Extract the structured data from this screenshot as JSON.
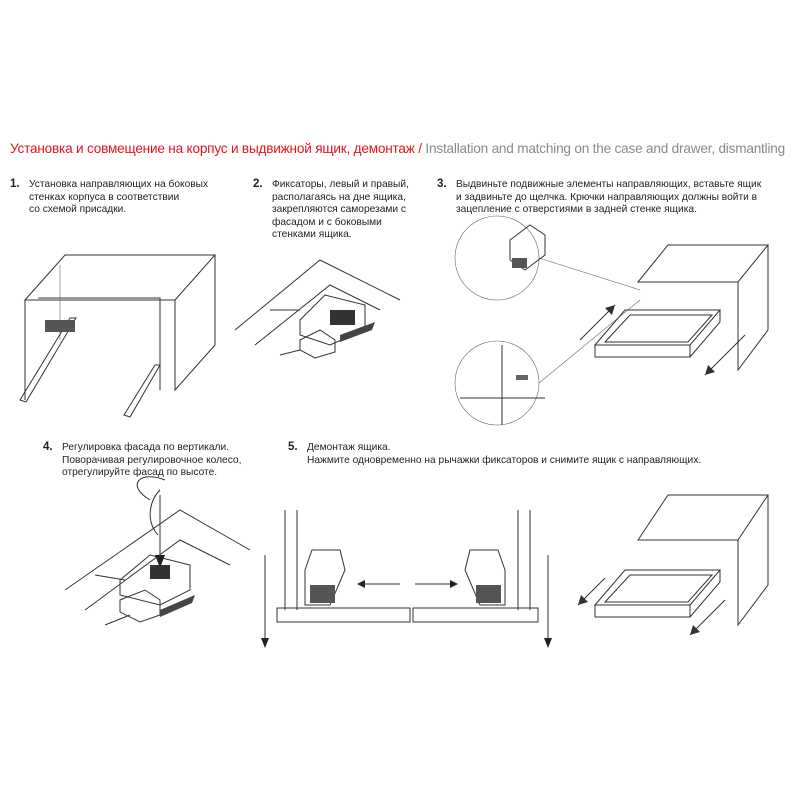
{
  "title": {
    "ru": "Установка и совмещение на корпус и выдвижной ящик, демонтаж /",
    "en": "Installation and matching on the case and drawer, dismantling"
  },
  "steps": [
    {
      "num": "1.",
      "text": "Установка направляющих на боковых\nстенках корпуса в соответствии\nсо схемой присадки."
    },
    {
      "num": "2.",
      "text": "Фиксаторы, левый и правый,\nрасполагаясь на дне ящика,\nзакрепляются саморезами с\nфасадом и с боковыми\nстенками ящика."
    },
    {
      "num": "3.",
      "text": "Выдвиньте подвижные элементы направляющих, вставьте ящик\nи задвиньте до щелчка. Крючки направляющих должны войти в\nзацепление с отверстиями в задней стенке ящика."
    },
    {
      "num": "4.",
      "text": "Регулировка фасада по вертикали.\nПоворачивая регулировочное колесо,\nотрегулируйте фасад по высоте."
    },
    {
      "num": "5.",
      "text": "Демонтаж ящика.\nНажмите одновременно на рычажки фиксаторов и снимите ящик с направляющих."
    }
  ],
  "colors": {
    "accent": "#e3131b",
    "secondary": "#8a8a8a"
  }
}
